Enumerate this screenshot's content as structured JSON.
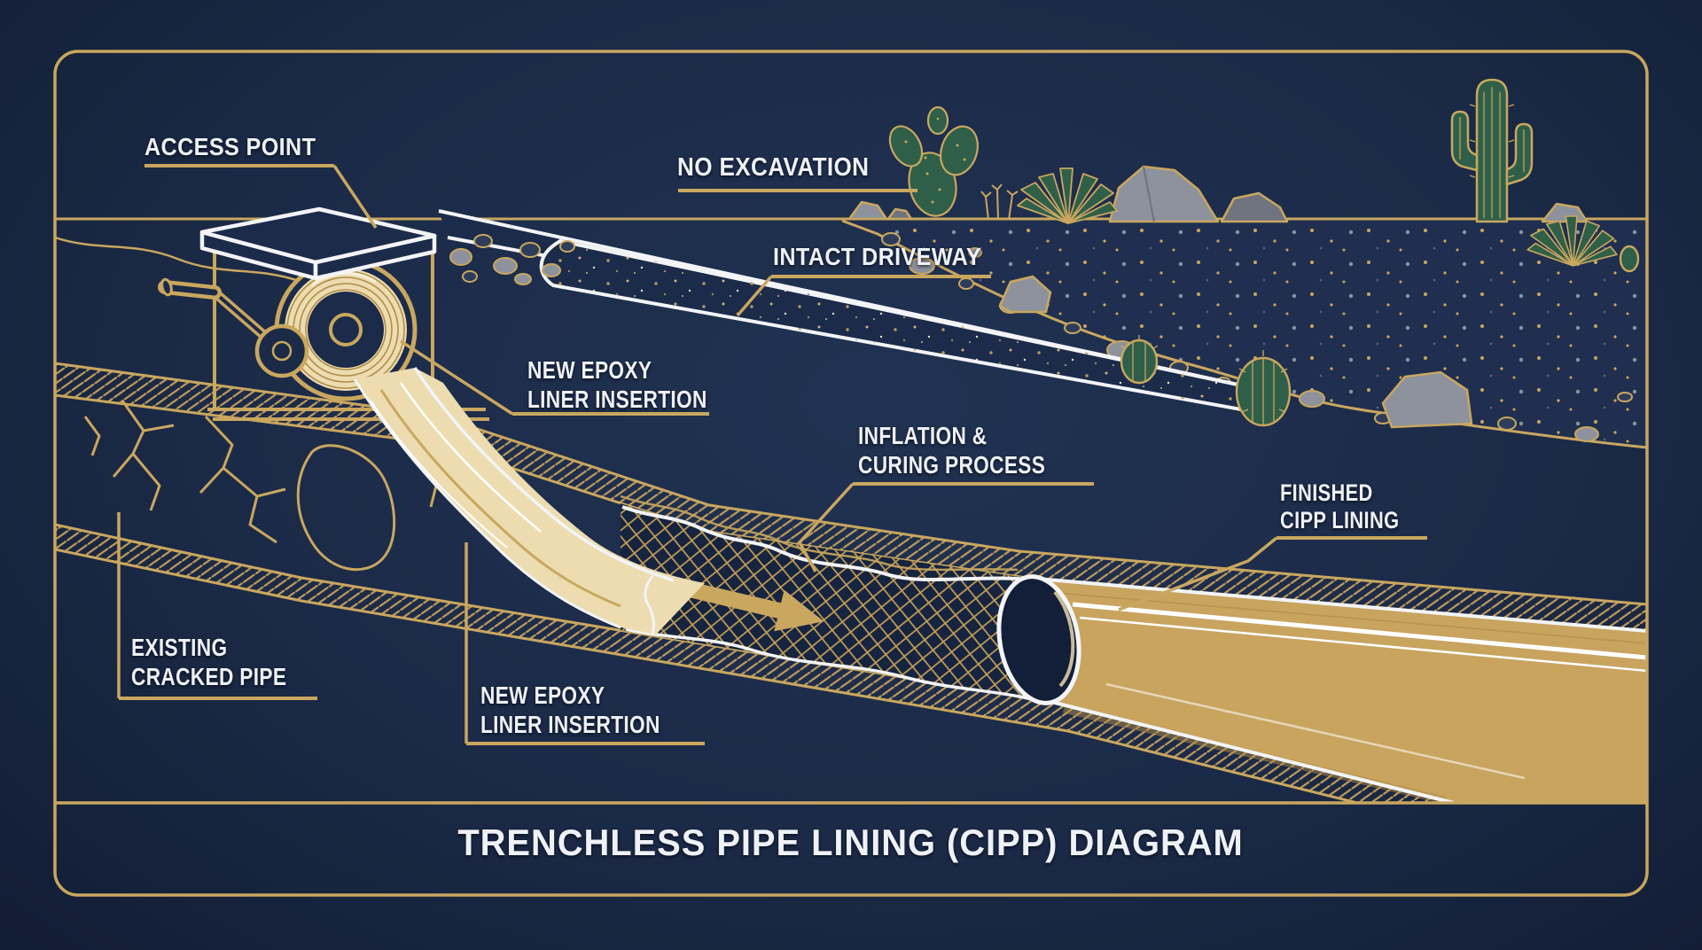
{
  "title": "TRENCHLESS PIPE LINING (CIPP) DIAGRAM",
  "labels": {
    "access_point": "ACCESS POINT",
    "no_excavation": "NO EXCAVATION",
    "intact_driveway": "INTACT DRIVEWAY",
    "new_epoxy_top": {
      "line1": "NEW EPOXY",
      "line2": "LINER INSERTION"
    },
    "inflation": {
      "line1": "INFLATION &",
      "line2": "CURING PROCESS"
    },
    "finished": {
      "line1": "FINISHED",
      "line2": "CIPP LINING"
    },
    "existing": {
      "line1": "EXISTING",
      "line2": "CRACKED PIPE"
    },
    "new_epoxy_bottom": {
      "line1": "NEW EPOXY",
      "line2": "LINER INSERTION"
    }
  },
  "colors": {
    "background_navy": "#1b2a47",
    "gold_line": "#c9a75f",
    "gold_dark": "#b08d4a",
    "pipe_gold_fill": "#c8a45f",
    "liner_cream": "#ecdcb0",
    "label_white": "#eef1f6",
    "cactus_green": "#2f5f49",
    "rock_gray": "#8d929c"
  },
  "scene": {
    "icons": [
      "access-cover",
      "winch-crank",
      "liner-spool",
      "epoxy-liner-ribbon",
      "cracked-pipe-walls",
      "crosshatch-liner-tube",
      "flow-arrow",
      "pipe-opening",
      "finished-gold-pipe",
      "driveway-slab",
      "gravel",
      "soil-bed",
      "prickly-pear-cactus",
      "saguaro-cactus",
      "agave-plant",
      "barrel-cactus",
      "desert-rocks",
      "ground-cracks"
    ]
  }
}
